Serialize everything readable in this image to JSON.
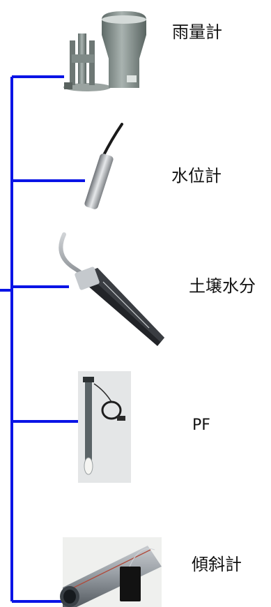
{
  "colors": {
    "connector": "#0a14e6"
  },
  "sensors": [
    {
      "label": "雨量計",
      "icon": "rain-gauge-icon"
    },
    {
      "label": "水位計",
      "icon": "water-level-sensor-icon"
    },
    {
      "label": "土壌水分",
      "icon": "soil-moisture-sensor-icon"
    },
    {
      "label": "PF",
      "icon": "pf-tensiometer-icon"
    },
    {
      "label": "傾斜計",
      "icon": "inclinometer-icon"
    }
  ]
}
